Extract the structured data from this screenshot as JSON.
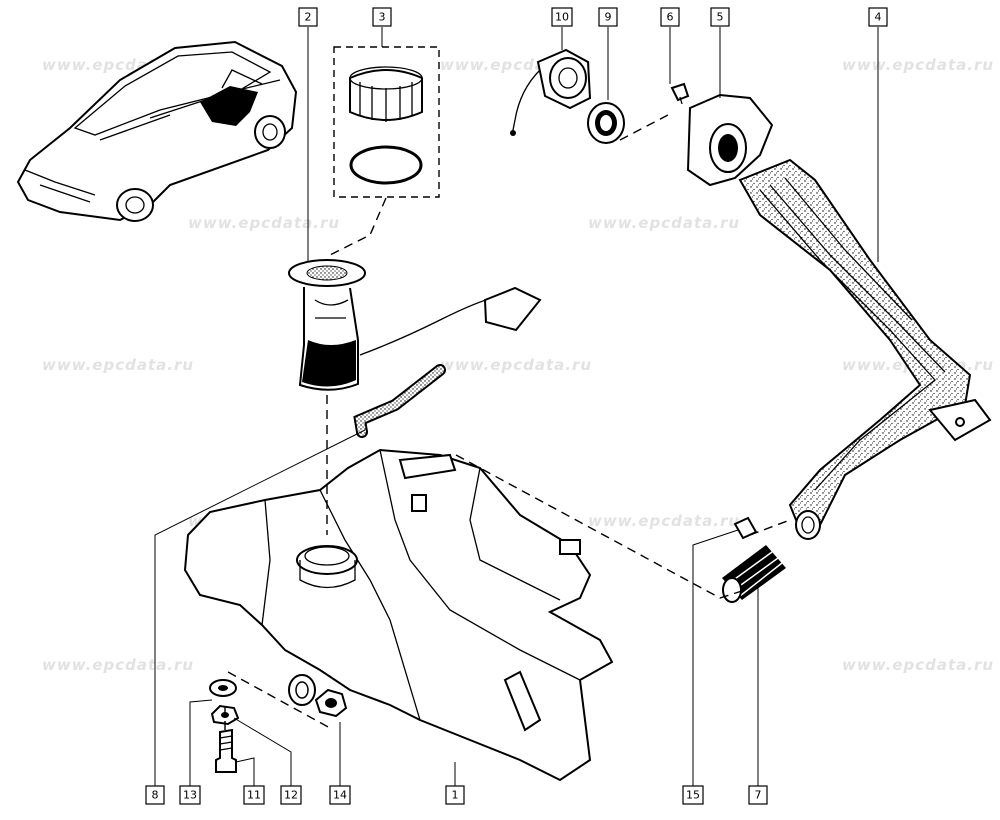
{
  "watermark": "www.epcdata.ru",
  "callouts": {
    "c1": "1",
    "c2": "2",
    "c3": "3",
    "c4": "4",
    "c5": "5",
    "c6": "6",
    "c7": "7",
    "c8": "8",
    "c9": "9",
    "c10": "10",
    "c11": "11",
    "c12": "12",
    "c13": "13",
    "c14": "14",
    "c15": "15"
  },
  "colors": {
    "line": "#000000",
    "background": "#ffffff",
    "watermark": "#e2e2e2"
  }
}
